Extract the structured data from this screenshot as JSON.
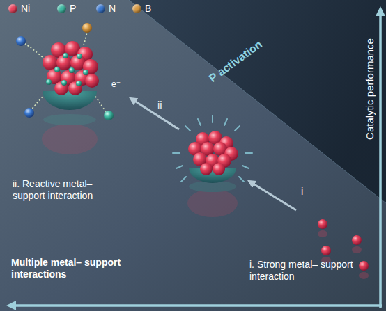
{
  "diagram": {
    "labels": [
      "P activation",
      "Catalytic performance",
      "e⁻",
      "ii",
      "ii. Reactive metal– support interaction",
      "i",
      "Multiple metal– support interactions",
      "i. Strong metal– support interaction"
    ],
    "legend": [
      {
        "text": "Ni",
        "color": "#e8425c"
      },
      {
        "text": "P",
        "color": "#3fb9a3"
      },
      {
        "text": "N",
        "color": "#3a78d0"
      },
      {
        "text": "B",
        "color": "#d89b45"
      }
    ]
  }
}
